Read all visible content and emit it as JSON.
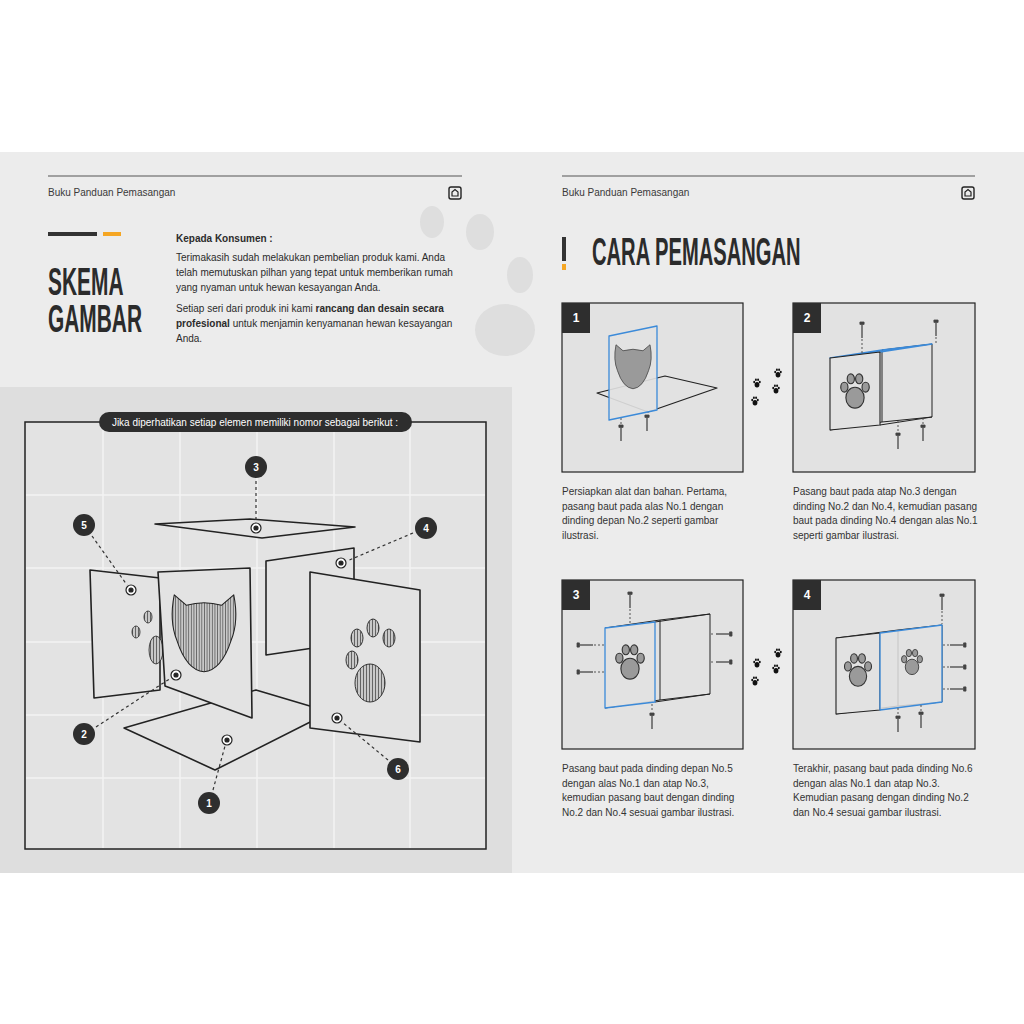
{
  "diagram": {
    "nodes": [
      {
        "text": [
          "Jika diperhatikan setiap elemen memiliki nomor sebagai berikut :"
        ]
      },
      {
        "text": [
          "3"
        ]
      },
      {
        "text": [
          "5"
        ]
      },
      {
        "text": [
          "4"
        ]
      },
      {
        "text": [
          "2"
        ]
      },
      {
        "text": [
          "6"
        ]
      },
      {
        "text": [
          "1"
        ]
      },
      {
        "text": [
          "1"
        ]
      },
      {
        "text": [
          "2"
        ]
      },
      {
        "text": [
          "3"
        ]
      },
      {
        "text": [
          "4"
        ]
      }
    ],
    "labels": [
      "Buku Panduan Pemasangan",
      "SKEMA GAMBAR",
      "Kepada Konsumen :",
      "Terimakasih sudah melakukan pembelian produk kami. Anda telah memutuskan pilhan yang tepat untuk memberikan rumah yang nyaman untuk hewan kesayangan Anda.",
      "Setiap seri dari produk ini kami",
      "rancang dan desain secara profesional",
      "untuk menjamin kenyamanan hewan kesayangan Anda.",
      "Buku Panduan Pemasangan",
      "CARA PEMASANGAN",
      "Persiapkan alat dan bahan. Pertama, pasang baut pada alas No.1 dengan dinding depan No.2 seperti gambar ilustrasi.",
      "Pasang baut pada atap No.3 dengan dinding No.2 dan No.4, kemudian pasang baut pada dinding No.4 dengan alas No.1 seperti gambar ilustrasi.",
      "Pasang baut pada dinding depan No.5 dengan alas No.1 dan atap No.3, kemudian pasang baut dengan dinding No.2 dan No.4 sesuai gambar ilustrasi.",
      "Terakhir, pasang baut pada dinding No.6 dengan alas No.1 dan atap No.3. Kemudian pasang dengan dinding No.2 dan No.4 sesuai gambar ilustrasi."
    ]
  }
}
